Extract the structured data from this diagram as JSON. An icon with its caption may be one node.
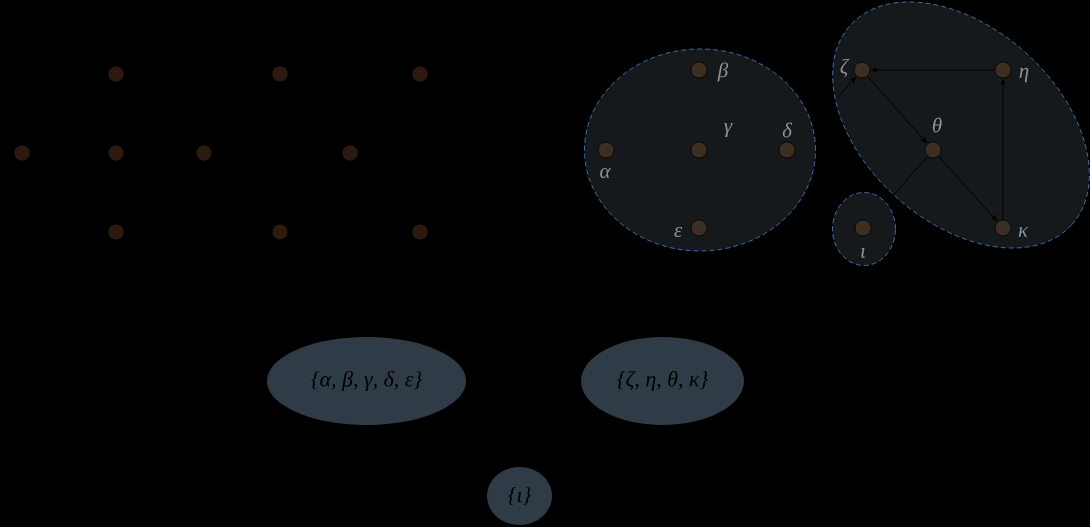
{
  "diagram": {
    "nodes": [
      {
        "text": [],
        "shape": "circle"
      },
      {
        "text": [],
        "shape": "circle"
      },
      {
        "text": [],
        "shape": "circle"
      },
      {
        "text": [],
        "shape": "circle"
      },
      {
        "text": [],
        "shape": "circle"
      },
      {
        "text": [],
        "shape": "circle"
      },
      {
        "text": [],
        "shape": "circle"
      },
      {
        "text": [],
        "shape": "circle"
      },
      {
        "text": [],
        "shape": "circle"
      },
      {
        "text": [],
        "shape": "circle"
      },
      {
        "text": [],
        "shape": "ellipse"
      },
      {
        "text": [
          "α"
        ],
        "in": 10
      },
      {
        "text": [
          "β"
        ],
        "in": 10
      },
      {
        "text": [
          "γ"
        ],
        "in": 10
      },
      {
        "text": [
          "δ"
        ],
        "in": 10
      },
      {
        "text": [
          "ε"
        ],
        "in": 10
      },
      {
        "text": [],
        "shape": "ellipse"
      },
      {
        "text": [
          "ζ"
        ],
        "in": 16
      },
      {
        "text": [
          "η"
        ],
        "in": 16
      },
      {
        "text": [
          "θ"
        ],
        "in": 16
      },
      {
        "text": [
          "κ"
        ],
        "in": 16
      },
      {
        "text": [],
        "shape": "ellipse"
      },
      {
        "text": [
          "ι"
        ],
        "in": 21
      },
      {
        "text": [
          "{α, β, γ, δ, ε}"
        ]
      },
      {
        "text": [
          "{ζ, η, θ, κ}"
        ]
      },
      {
        "text": [
          "{ι}"
        ]
      }
    ],
    "edges": [
      {
        "from": 18,
        "to": 17,
        "arrow": "to"
      },
      {
        "from": 17,
        "to": 19,
        "arrow": "to"
      },
      {
        "from": 19,
        "to": 20,
        "arrow": "to"
      },
      {
        "from": 20,
        "to": 18,
        "arrow": "to"
      },
      {
        "from": 10,
        "to": 17,
        "arrow": "to"
      },
      {
        "from": 19,
        "to": 21,
        "arrow": "none"
      }
    ]
  }
}
